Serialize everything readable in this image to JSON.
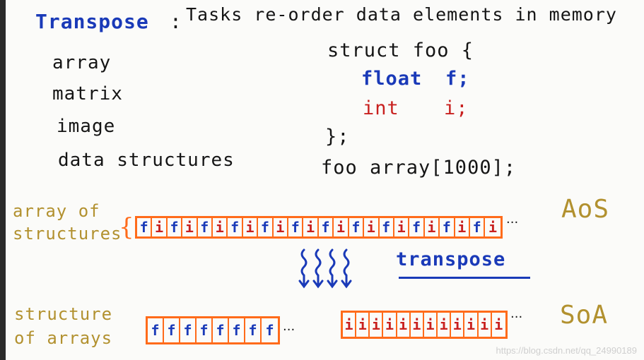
{
  "header": {
    "title": "Transpose",
    "colon": ":",
    "subtitle": "Tasks re-order data elements in memory"
  },
  "left_list": [
    "array",
    "matrix",
    "image",
    "data structures"
  ],
  "code": {
    "line1": "struct foo {",
    "line2_type": "float",
    "line2_var": "f;",
    "line3_type": "int",
    "line3_var": "i;",
    "line4": "};",
    "line5": "foo  array[1000];"
  },
  "aos": {
    "label_line1": "array of",
    "label_line2": "structures",
    "cells": [
      "f",
      "i",
      "f",
      "i",
      "f",
      "i",
      "f",
      "i",
      "f",
      "i",
      "f",
      "i",
      "f",
      "i",
      "f",
      "i",
      "f",
      "i",
      "f",
      "i",
      "f",
      "i",
      "f",
      "i"
    ],
    "ellipsis": "...",
    "tag": "AoS"
  },
  "transpose": {
    "label": "transpose"
  },
  "soa": {
    "label_line1": "structure",
    "label_line2": "of arrays",
    "f_cells": [
      "f",
      "f",
      "f",
      "f",
      "f",
      "f",
      "f",
      "f"
    ],
    "i_cells": [
      "i",
      "i",
      "i",
      "i",
      "i",
      "i",
      "i",
      "i",
      "i",
      "i",
      "i",
      "i"
    ],
    "ellipsis": "...",
    "tag": "SoA"
  },
  "watermark": "https://blog.csdn.net/qq_24990189",
  "colors": {
    "blue": "#1a3ab8",
    "red": "#c8201f",
    "gold": "#b2912f",
    "orange": "#ff6b1a"
  }
}
